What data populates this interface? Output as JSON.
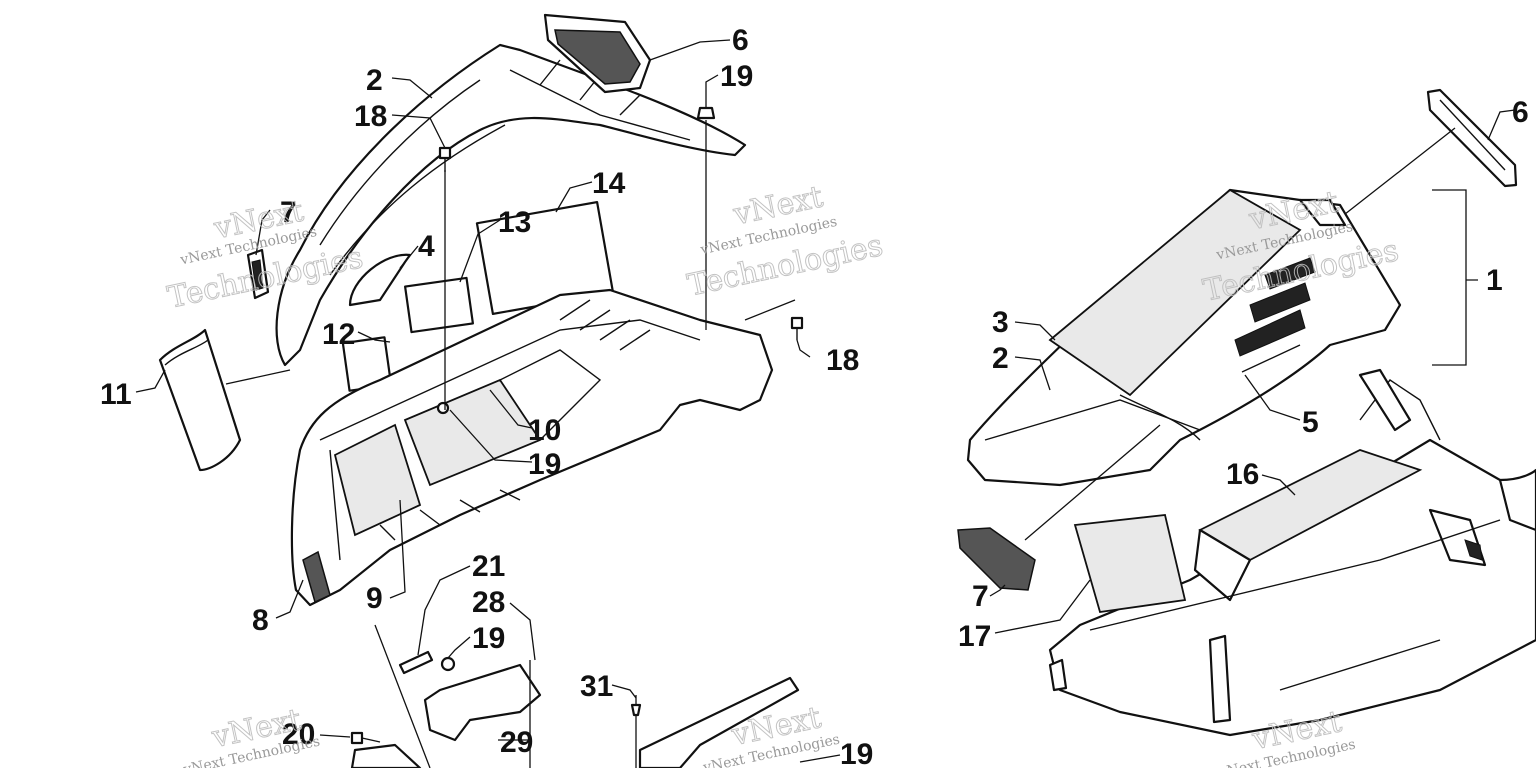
{
  "watermark": {
    "small_text": "vNext Technologies",
    "large_line1": "vNext",
    "large_line2": "Technologies"
  },
  "callouts": {
    "left": [
      "2",
      "18",
      "6",
      "19",
      "7",
      "4",
      "13",
      "14",
      "12",
      "11",
      "10",
      "19",
      "8",
      "9",
      "21",
      "28",
      "19",
      "31",
      "20",
      "29",
      "19",
      "18"
    ],
    "right": [
      "6",
      "1",
      "3",
      "2",
      "5",
      "16",
      "7",
      "17"
    ]
  },
  "colors": {
    "line": "#111111",
    "watermark": "#bdbdbd",
    "background": "#ffffff"
  }
}
